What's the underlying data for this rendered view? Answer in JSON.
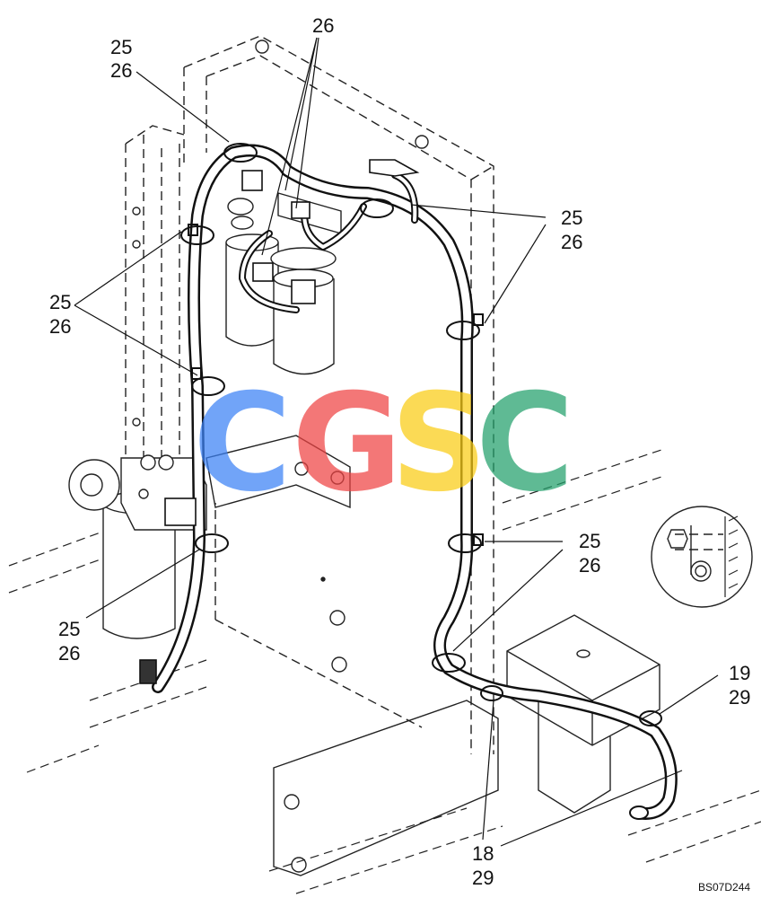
{
  "diagram": {
    "drawing_code": "BS07D244",
    "watermark": {
      "letters": [
        "C",
        "G",
        "S",
        "C"
      ],
      "colors": [
        "#3b82f6",
        "#ef4444",
        "#facc15",
        "#22a06b"
      ]
    },
    "callouts": [
      {
        "id": "c1",
        "lines": [
          "25",
          "26"
        ]
      },
      {
        "id": "c2",
        "lines": [
          "26"
        ]
      },
      {
        "id": "c3",
        "lines": [
          "25",
          "26"
        ]
      },
      {
        "id": "c4",
        "lines": [
          "25",
          "26"
        ]
      },
      {
        "id": "c5",
        "lines": [
          "25",
          "26"
        ]
      },
      {
        "id": "c6",
        "lines": [
          "25",
          "26"
        ]
      },
      {
        "id": "c7",
        "lines": [
          "19",
          "29"
        ]
      },
      {
        "id": "c8",
        "lines": [
          "18",
          "29"
        ]
      }
    ]
  }
}
